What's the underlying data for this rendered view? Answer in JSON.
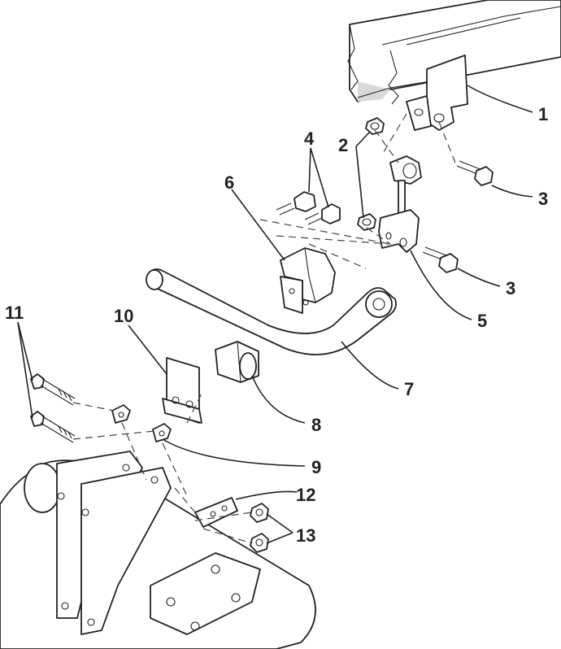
{
  "diagram": {
    "callouts": [
      {
        "id": "c1",
        "text": "1"
      },
      {
        "id": "c2",
        "text": "2"
      },
      {
        "id": "c3a",
        "text": "3"
      },
      {
        "id": "c3b",
        "text": "3"
      },
      {
        "id": "c4",
        "text": "4"
      },
      {
        "id": "c5",
        "text": "5"
      },
      {
        "id": "c6",
        "text": "6"
      },
      {
        "id": "c7",
        "text": "7"
      },
      {
        "id": "c8",
        "text": "8"
      },
      {
        "id": "c9",
        "text": "9"
      },
      {
        "id": "c10",
        "text": "10"
      },
      {
        "id": "c11",
        "text": "11"
      },
      {
        "id": "c12",
        "text": "12"
      },
      {
        "id": "c13",
        "text": "13"
      }
    ]
  }
}
